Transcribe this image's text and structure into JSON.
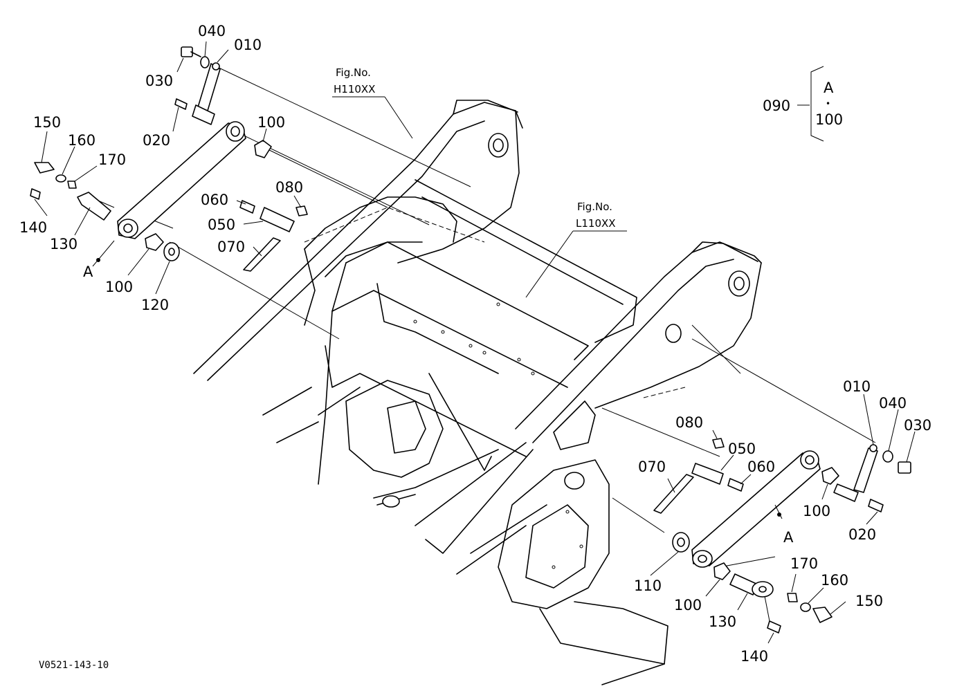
{
  "diagram": {
    "figure_refs": [
      {
        "line1": "Fig.No.",
        "line2": "H110XX"
      },
      {
        "line1": "Fig.No.",
        "line2": "L110XX"
      }
    ],
    "legend": {
      "ref": "090",
      "top": "A",
      "dot": "•",
      "bottom": "100"
    },
    "drawing_code": "V0521-143-10",
    "left_labels": {
      "p040": "040",
      "p010": "010",
      "p030": "030",
      "p020": "020",
      "p100a": "100",
      "p150": "150",
      "p160": "160",
      "p170": "170",
      "p080": "080",
      "p060": "060",
      "p050": "050",
      "p070": "070",
      "p140": "140",
      "p130": "130",
      "pA": "A",
      "p100b": "100",
      "p120": "120"
    },
    "right_labels": {
      "p010": "010",
      "p040": "040",
      "p030": "030",
      "p080": "080",
      "p050": "050",
      "p060": "060",
      "p070": "070",
      "p100a": "100",
      "p020": "020",
      "pA": "A",
      "p110": "110",
      "p170": "170",
      "p160": "160",
      "p150": "150",
      "p100b": "100",
      "p130": "130",
      "p140": "140"
    }
  }
}
